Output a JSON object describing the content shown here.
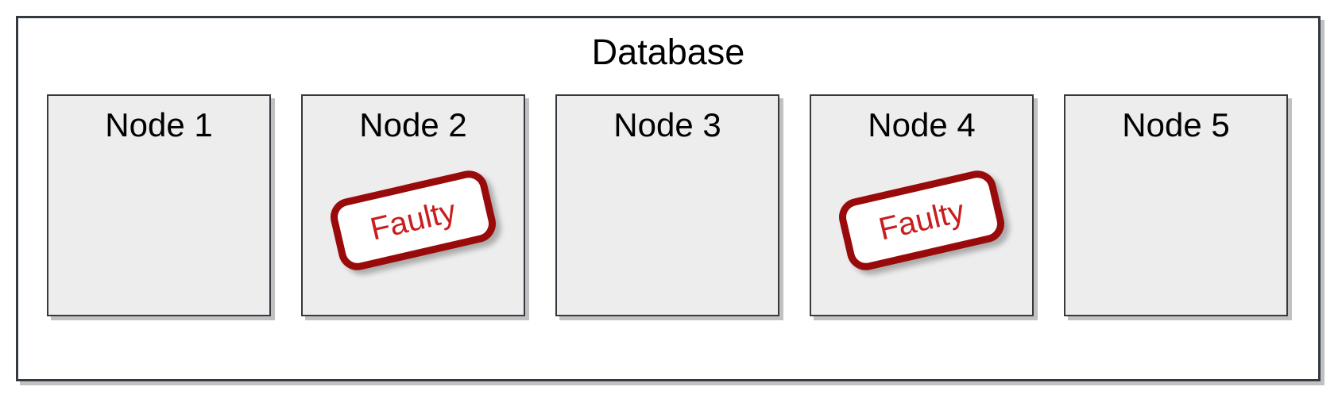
{
  "diagram": {
    "title": "Database",
    "nodes": [
      {
        "label": "Node 1",
        "status": "healthy"
      },
      {
        "label": "Node 2",
        "status": "faulty"
      },
      {
        "label": "Node 3",
        "status": "healthy"
      },
      {
        "label": "Node 4",
        "status": "faulty"
      },
      {
        "label": "Node 5",
        "status": "healthy"
      }
    ],
    "faulty_stamp_label": "Faulty",
    "colors": {
      "border": "#343a40",
      "node_fill": "#ededed",
      "box_shadow": "#c1c1c1",
      "stamp_border": "#990b0b",
      "stamp_text": "#c81e1e",
      "stamp_fill": "#ffffff",
      "text": "#000000"
    }
  }
}
